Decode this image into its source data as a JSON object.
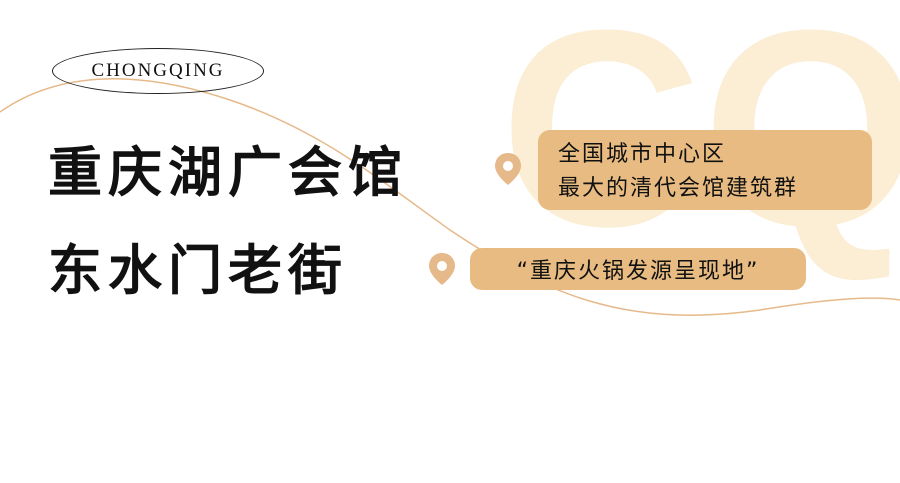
{
  "badge": {
    "text": "CHONGQING"
  },
  "background": {
    "monogram": "CQ"
  },
  "titles": {
    "line1": "重庆湖广会馆",
    "line2": "东水门老街"
  },
  "tags": {
    "first": {
      "line1": "全国城市中心区",
      "line2": "最大的清代会馆建筑群"
    },
    "second": {
      "text": "“重庆火锅发源呈现地”"
    }
  },
  "colors": {
    "accent": "#e8bb82",
    "monogram": "#fbeed5",
    "text": "#111111",
    "line": "#e6b98a"
  }
}
